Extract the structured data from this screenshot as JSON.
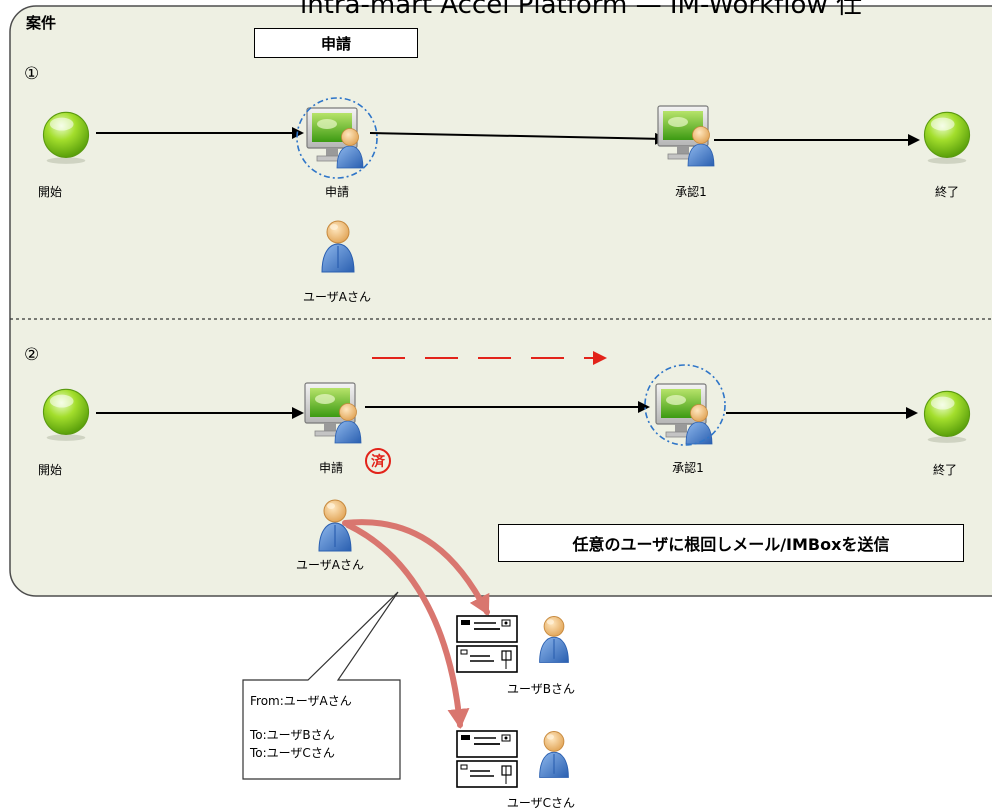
{
  "header": {
    "title": "intra-mart Accel Platform — IM-Workflow 仕"
  },
  "frame": {
    "label": "案件"
  },
  "section1": {
    "number": "①",
    "title_box": "申請",
    "nodes": {
      "start": "開始",
      "apply": "申請",
      "approve": "承認1",
      "end": "終了"
    },
    "user": "ユーザAさん"
  },
  "section2": {
    "number": "②",
    "nodes": {
      "start": "開始",
      "apply": "申請",
      "approve": "承認1",
      "end": "終了"
    },
    "stamp": "済",
    "user": "ユーザAさん",
    "action_box": "任意のユーザに根回しメール/IMBoxを送信"
  },
  "recipients": {
    "user_b": "ユーザBさん",
    "user_c": "ユーザCさん"
  },
  "callout": {
    "from": "From:ユーザAさん",
    "to_b": "To:ユーザBさん",
    "to_c": "To:ユーザCさん"
  },
  "colors": {
    "frame_fill": "#eef0e3",
    "frame_border": "#4d4d4d",
    "circle_green": "#8cd11a",
    "highlight_blue": "#2e75c8",
    "red_arrow": "#e2231a",
    "curve_arrow": "#d9766f",
    "person_blue": "#3f7fcf",
    "skin": "#f5c27d"
  }
}
